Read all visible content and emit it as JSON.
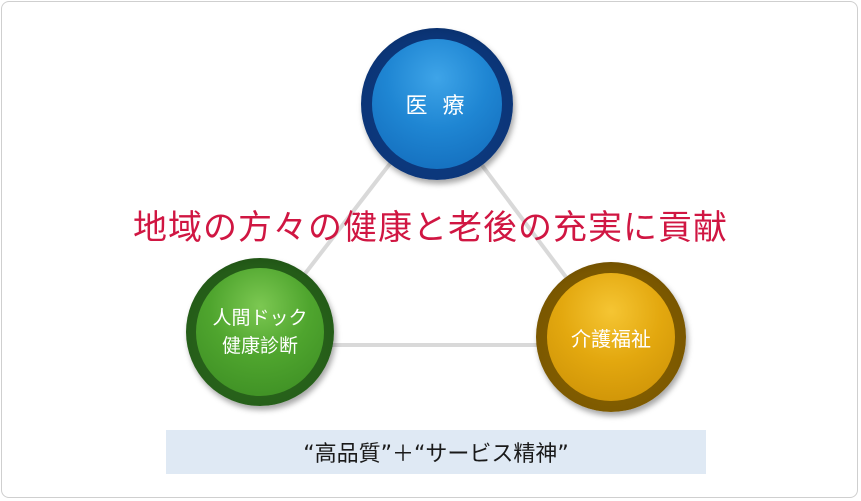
{
  "headline": "地域の方々の健康と老後の充実に貢献",
  "nodes": {
    "top": {
      "label": "医 療",
      "color": "#1f86d3"
    },
    "left": {
      "line1": "人間ドック",
      "line2": "健康診断",
      "color": "#4fa52e"
    },
    "right": {
      "label": "介護福祉",
      "color": "#e3a80f"
    }
  },
  "banner": "“高品質”＋“サービス精神”",
  "colors": {
    "headline": "#d01642",
    "connector": "#d9d9d9",
    "banner_bg": "#dfe9f4"
  }
}
